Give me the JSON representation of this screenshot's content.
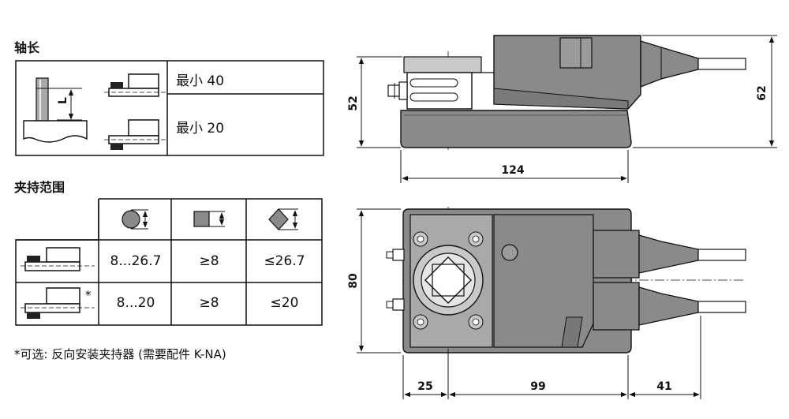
{
  "shaft_length": {
    "heading": "轴长",
    "row1_value": "最小 40",
    "row2_value": "最小 20",
    "shaft_label": "L"
  },
  "clamp_range": {
    "heading": "夹持范围",
    "row1": [
      "8...26.7",
      "≥8",
      "≤26.7"
    ],
    "row2_mark": "*",
    "row2": [
      "8...20",
      "≥8",
      "≤20"
    ]
  },
  "footnote": "*可选: 反向安装夹持器 (需要配件 K-NA)",
  "dimensions": {
    "height_front": "52",
    "height_total": "62",
    "length_top": "124",
    "width_plan": "80",
    "seg_left": "25",
    "seg_mid": "99",
    "seg_right": "41"
  },
  "colors": {
    "body_gray": "#8a8a8a",
    "body_dark": "#6e6e6e",
    "light_gray": "#c9c9c9",
    "line": "#111111"
  }
}
